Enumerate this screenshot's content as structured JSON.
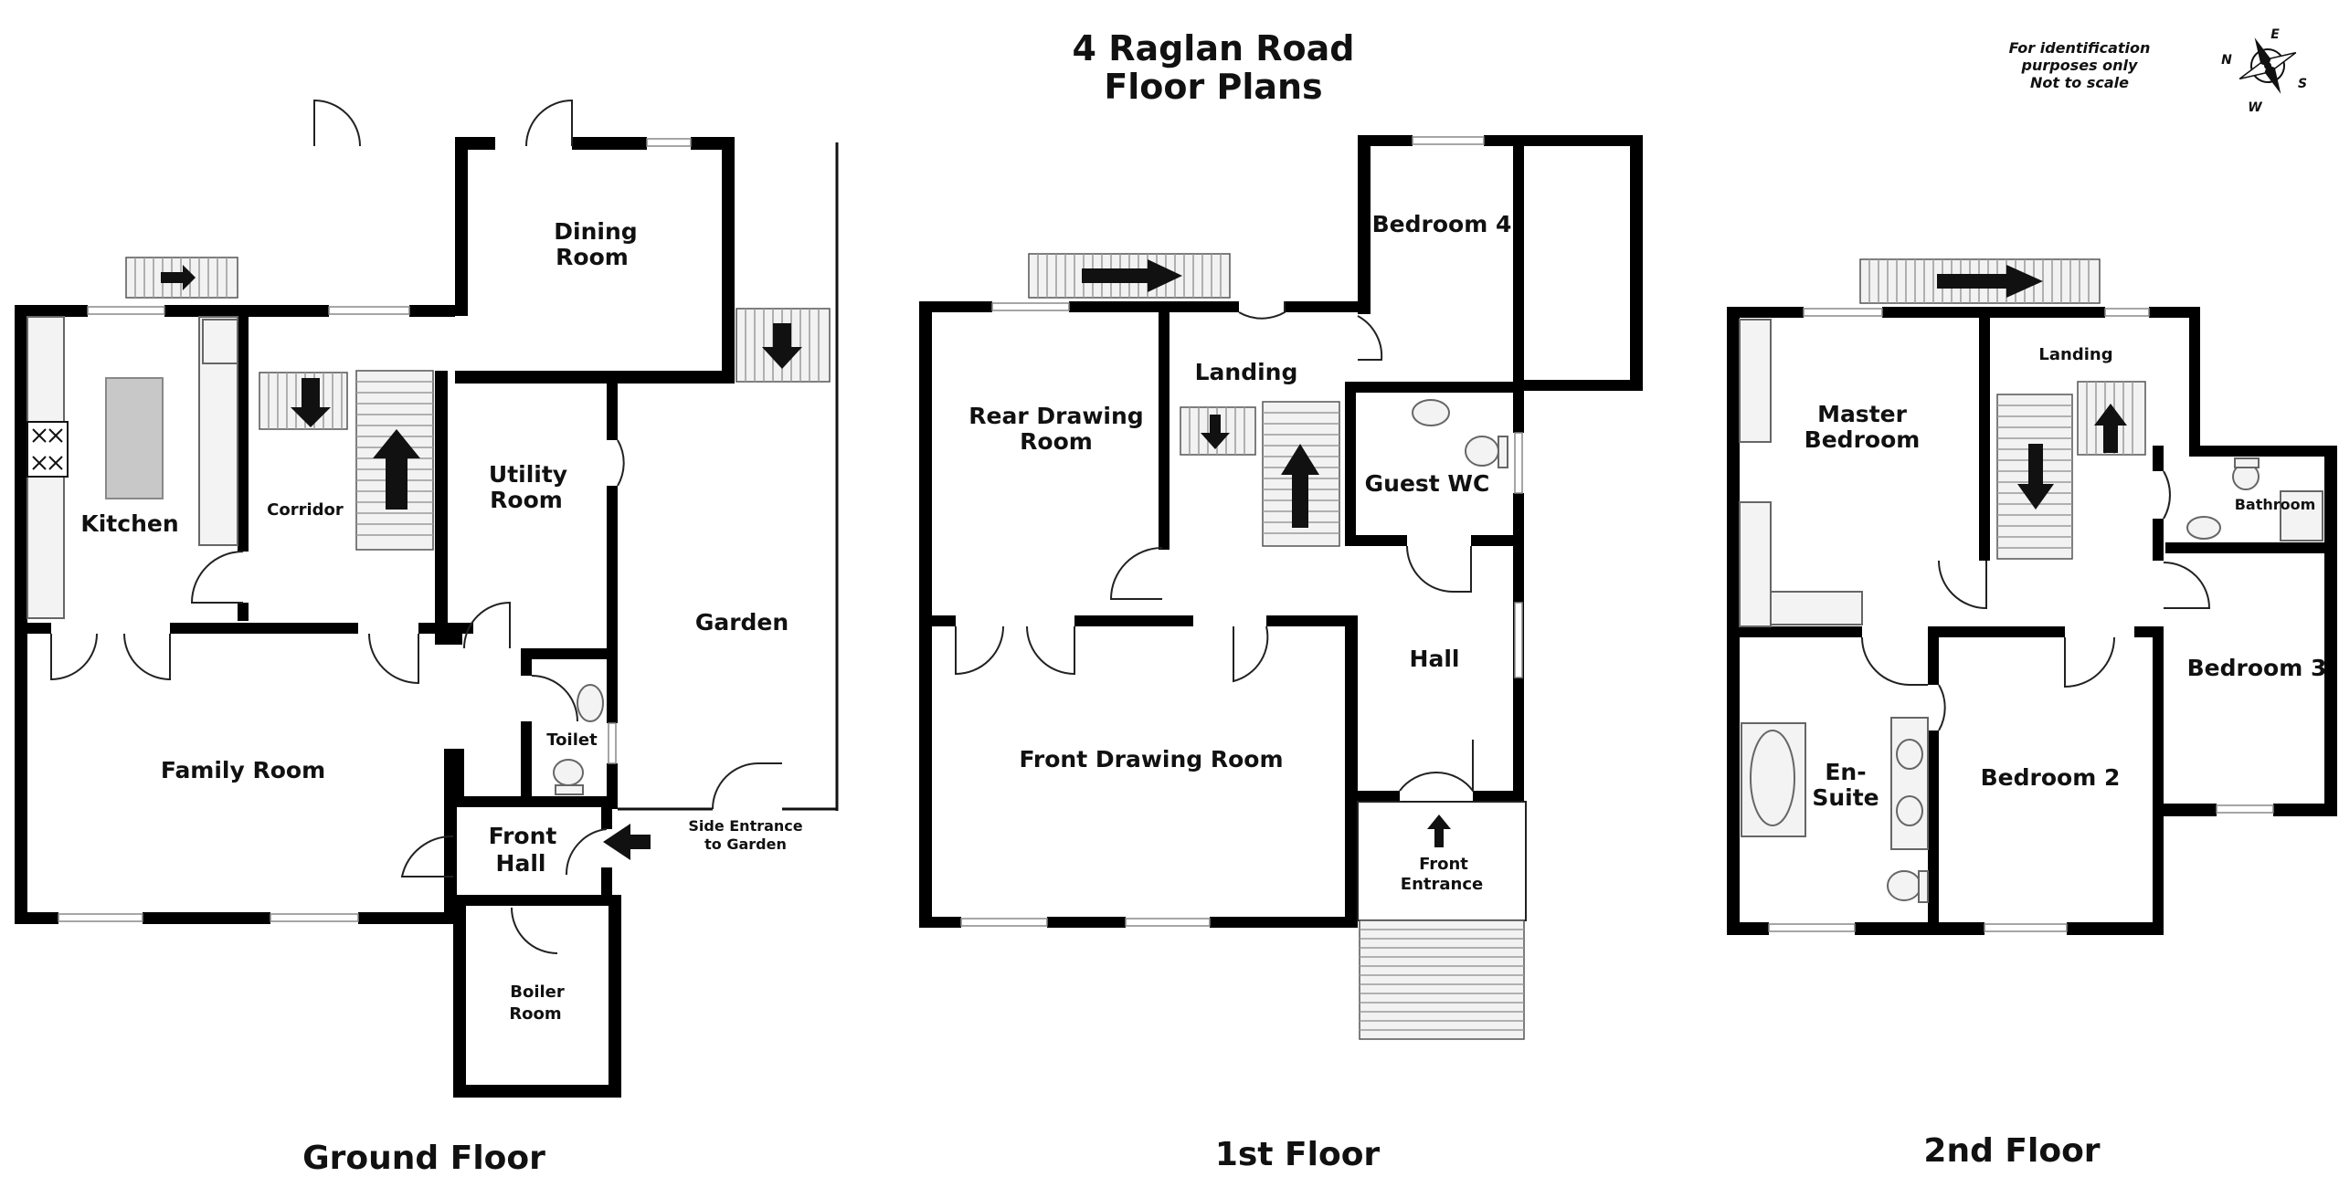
{
  "title": {
    "line1": "4 Raglan Road",
    "line2": "Floor Plans"
  },
  "notice": {
    "line1": "For identification",
    "line2": "purposes only",
    "line3": "Not to scale"
  },
  "compass": {
    "n": "N",
    "e": "E",
    "s": "S",
    "w": "W"
  },
  "floors": {
    "ground": {
      "label": "Ground Floor",
      "rooms": {
        "kitchen": "Kitchen",
        "corridor": "Corridor",
        "dining_1": "Dining",
        "dining_2": "Room",
        "utility_1": "Utility",
        "utility_2": "Room",
        "garden": "Garden",
        "family_room": "Family Room",
        "toilet": "Toilet",
        "front_hall_1": "Front",
        "front_hall_2": "Hall",
        "side_entrance_1": "Side Entrance",
        "side_entrance_2": "to Garden",
        "boiler_1": "Boiler",
        "boiler_2": "Room"
      }
    },
    "first": {
      "label": "1st Floor",
      "rooms": {
        "rear_drawing_1": "Rear Drawing",
        "rear_drawing_2": "Room",
        "landing": "Landing",
        "bedroom4": "Bedroom 4",
        "guest_wc": "Guest WC",
        "hall": "Hall",
        "front_drawing": "Front Drawing Room",
        "front_entrance_1": "Front",
        "front_entrance_2": "Entrance"
      }
    },
    "second": {
      "label": "2nd Floor",
      "rooms": {
        "master_1": "Master",
        "master_2": "Bedroom",
        "landing": "Landing",
        "bathroom": "Bathroom",
        "bedroom3": "Bedroom 3",
        "ensuite_1": "En-",
        "ensuite_2": "Suite",
        "bedroom2": "Bedroom 2"
      }
    }
  }
}
